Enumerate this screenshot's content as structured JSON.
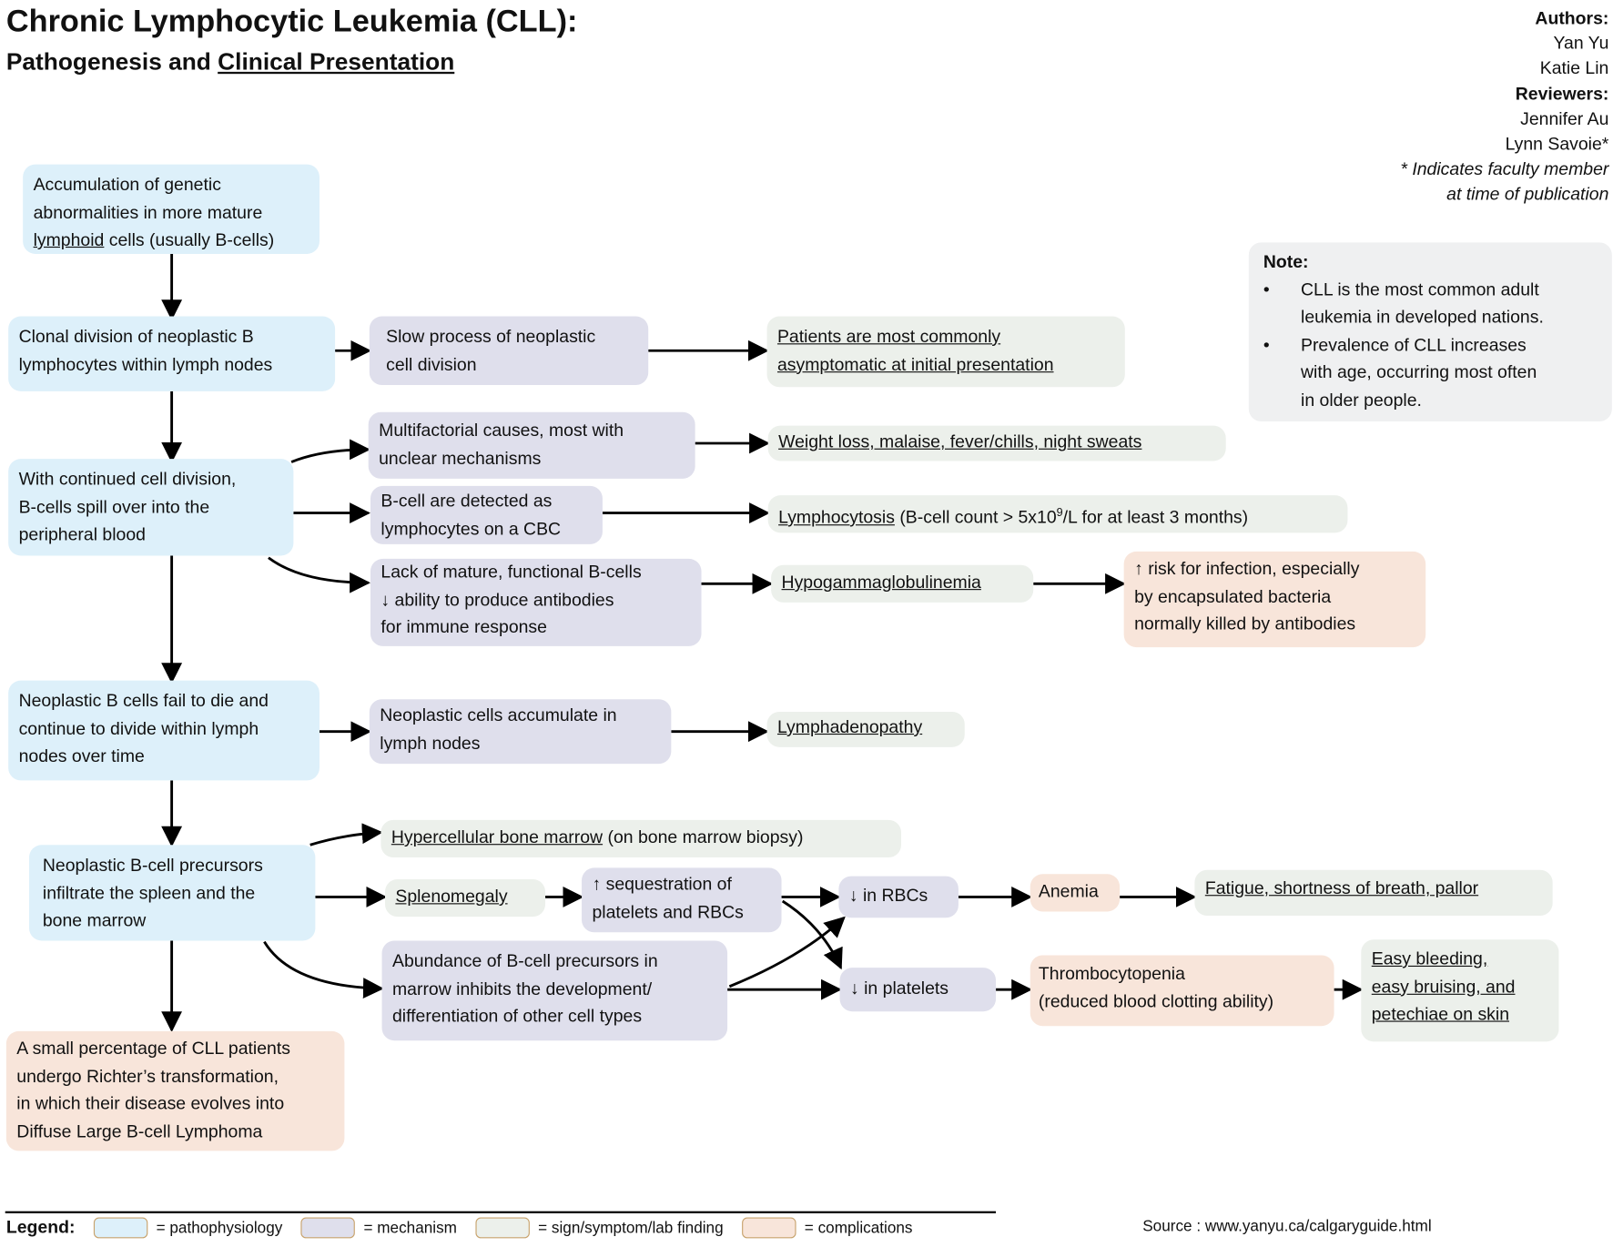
{
  "title": {
    "main": "Chronic Lymphocytic Leukemia (CLL):",
    "sub_plain": "Pathogenesis and ",
    "sub_underlined": "Clinical Presentation"
  },
  "credits": {
    "authors_label": "Authors:",
    "authors": [
      "Yan Yu",
      "Katie Lin"
    ],
    "reviewers_label": "Reviewers:",
    "reviewers": [
      "Jennifer Au",
      "Lynn Savoie*"
    ],
    "footnote": [
      "* Indicates faculty member",
      "at time of publication"
    ]
  },
  "note": {
    "label": "Note:",
    "items": [
      [
        "CLL is the most common adult",
        "leukemia in developed nations."
      ],
      [
        "Prevalence of CLL increases",
        "with age, occurring most often",
        "in older people."
      ]
    ]
  },
  "boxes": {
    "accumulation": {
      "l1": "Accumulation of genetic",
      "l2": "abnormalities in more mature",
      "l3u": "lymphoid",
      "l3": " cells (usually B-cells)"
    },
    "clonal": {
      "l1": "Clonal division of neoplastic B",
      "l2": "lymphocytes within lymph nodes"
    },
    "slow": {
      "l1": "Slow process of neoplastic",
      "l2": "cell division"
    },
    "asymptomatic": {
      "l1": "Patients are most commonly ",
      "l2": "asymptomatic at initial presentation"
    },
    "spill": {
      "l1": "With continued cell division,",
      "l2": "B-cells spill over into the",
      "l3": "peripheral blood"
    },
    "multifactorial": {
      "l1": "Multifactorial causes, most with",
      "l2": "unclear mechanisms"
    },
    "constitutional": {
      "l1": "Weight loss, malaise, fever/chills, night sweats"
    },
    "detected": {
      "l1": "B-cell are detected as",
      "l2": "lymphocytes on a CBC"
    },
    "lymphocytosis": {
      "u": "Lymphocytosis",
      "a": " (B-cell count > 5x10",
      "sup": "9",
      "b": "/L for at least 3 months)"
    },
    "lack": {
      "l1": "Lack of mature, functional B-cells",
      "l2": "↓ ability to produce antibodies",
      "l3": "for immune response"
    },
    "hypogamma": {
      "l1": "Hypogammaglobulinemia"
    },
    "infection": {
      "l1": "↑ risk for infection, especially",
      "l2": "by encapsulated bacteria",
      "l3": "normally killed by antibodies"
    },
    "fail": {
      "l1": "Neoplastic B cells fail to die and",
      "l2": "continue to divide within lymph",
      "l3": "nodes over time"
    },
    "accumulate": {
      "l1": "Neoplastic cells accumulate in",
      "l2": "lymph nodes"
    },
    "lymphadenopathy": {
      "l1": "Lymphadenopathy"
    },
    "hypercellular": {
      "u": "Hypercellular bone marrow",
      "rest": " (on bone marrow biopsy)"
    },
    "infiltrate": {
      "l1": "Neoplastic B-cell precursors",
      "l2": "infiltrate the spleen and the",
      "l3": "bone marrow"
    },
    "splenomegaly": {
      "l1": "Splenomegaly"
    },
    "sequestration": {
      "l1": "↑ sequestration of",
      "l2": "platelets and RBCs"
    },
    "abundance": {
      "l1": "Abundance of B-cell precursors in",
      "l2": "marrow inhibits the development/",
      "l3": "differentiation of other cell types"
    },
    "rbcs": {
      "l1": "↓ in RBCs"
    },
    "platelets": {
      "l1": "↓ in platelets"
    },
    "anemia": {
      "l1": "Anemia"
    },
    "fatigue": {
      "l1": "Fatigue, shortness of breath, pallor"
    },
    "thrombocytopenia": {
      "l1": "Thrombocytopenia",
      "l2": "(reduced blood clotting ability)"
    },
    "bleeding": {
      "l1": "Easy bleeding, ",
      "l2": "easy bruising, and ",
      "l3": "petechiae on skin"
    },
    "richter": {
      "l1": "A small percentage of CLL patients",
      "l2": "undergo Richter’s transformation,",
      "l3": "in which their disease evolves into",
      "l4": "Diffuse Large B-cell Lymphoma"
    }
  },
  "legend": {
    "label": "Legend:",
    "items": [
      {
        "text": "= pathophysiology",
        "color": "#ddf0fa"
      },
      {
        "text": "= mechanism",
        "color": "#dfdfec"
      },
      {
        "text": "= sign/symptom/lab finding",
        "color": "#ecf0eb"
      },
      {
        "text": "= complications",
        "color": "#f8e5da"
      }
    ]
  },
  "source": "Source : www.yanyu.ca/calgaryguide.html"
}
